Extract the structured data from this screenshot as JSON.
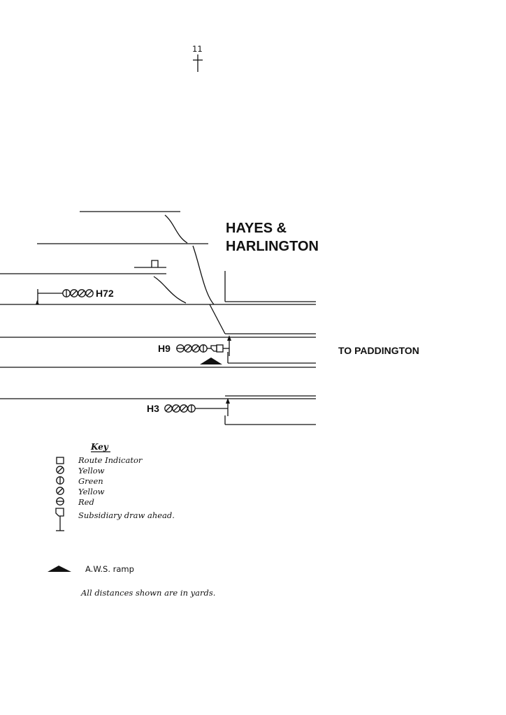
{
  "station": {
    "line1": "HAYES &",
    "line2": "HARLINGTON"
  },
  "signals": {
    "h72": "H72",
    "h9": "H9",
    "h3": "H3"
  },
  "destination": "TO PADDINGTON",
  "mileage_mark": "11",
  "key": {
    "title": "Key",
    "items": [
      "Route Indicator",
      "Yellow",
      "Green",
      "Yellow",
      "Red",
      "Subsidiary draw ahead."
    ]
  },
  "aws": {
    "label": "A.W.S. ramp"
  },
  "note": "All distances shown are in yards."
}
